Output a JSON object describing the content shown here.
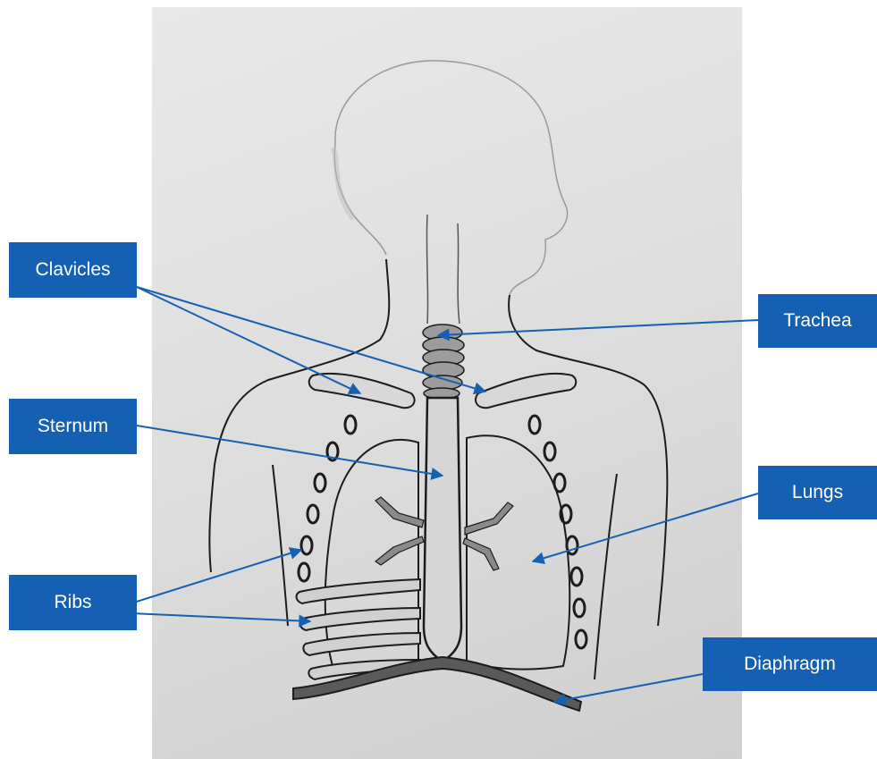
{
  "labels": {
    "clavicles": "Clavicles",
    "sternum": "Sternum",
    "ribs": "Ribs",
    "trachea": "Trachea",
    "lungs": "Lungs",
    "diaphragm": "Diaphragm"
  },
  "colors": {
    "label_background": "#1560b3",
    "label_text": "#ffffff",
    "leader_line": "#1560b3",
    "paper": "#e2e2e2",
    "pencil": "#1c1c1c"
  }
}
